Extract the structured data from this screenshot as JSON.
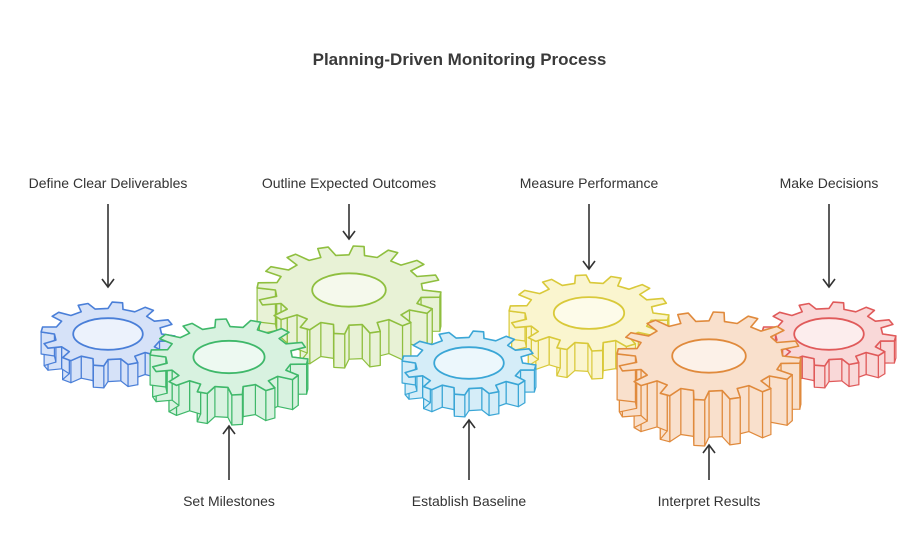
{
  "title": "Planning-Driven Monitoring Process",
  "steps": [
    {
      "label": "Define Clear Deliverables",
      "color": "#4a7fd8",
      "fill": "#d6e2f8"
    },
    {
      "label": "Set Milestones",
      "color": "#3fb86a",
      "fill": "#d8f2e0"
    },
    {
      "label": "Outline Expected Outcomes",
      "color": "#8fbf3f",
      "fill": "#e8f2d6"
    },
    {
      "label": "Establish Baseline",
      "color": "#3aa6d6",
      "fill": "#d5edf8"
    },
    {
      "label": "Measure Performance",
      "color": "#d9c93a",
      "fill": "#faf5cf"
    },
    {
      "label": "Interpret Results",
      "color": "#e08a3c",
      "fill": "#f9e0cc"
    },
    {
      "label": "Make Decisions",
      "color": "#e05a5a",
      "fill": "#f9d8d8"
    }
  ]
}
